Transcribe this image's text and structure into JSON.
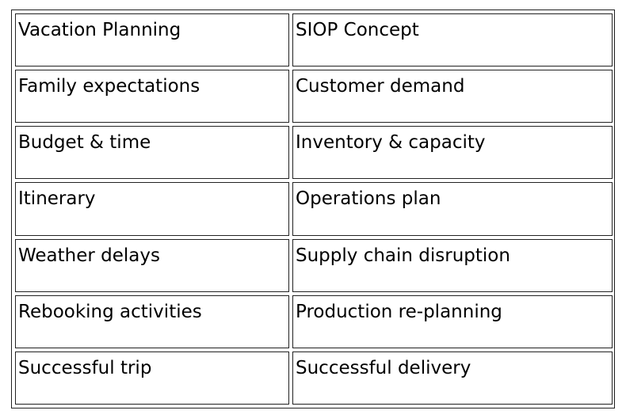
{
  "table": {
    "rows": [
      [
        "Vacation Planning",
        "SIOP Concept"
      ],
      [
        "Family expectations",
        "Customer demand"
      ],
      [
        "Budget & time",
        "Inventory & capacity"
      ],
      [
        "Itinerary",
        "Operations plan"
      ],
      [
        "Weather delays",
        "Supply chain disruption"
      ],
      [
        "Rebooking activities",
        "Production re-planning"
      ],
      [
        "Successful trip",
        "Successful delivery"
      ]
    ]
  }
}
